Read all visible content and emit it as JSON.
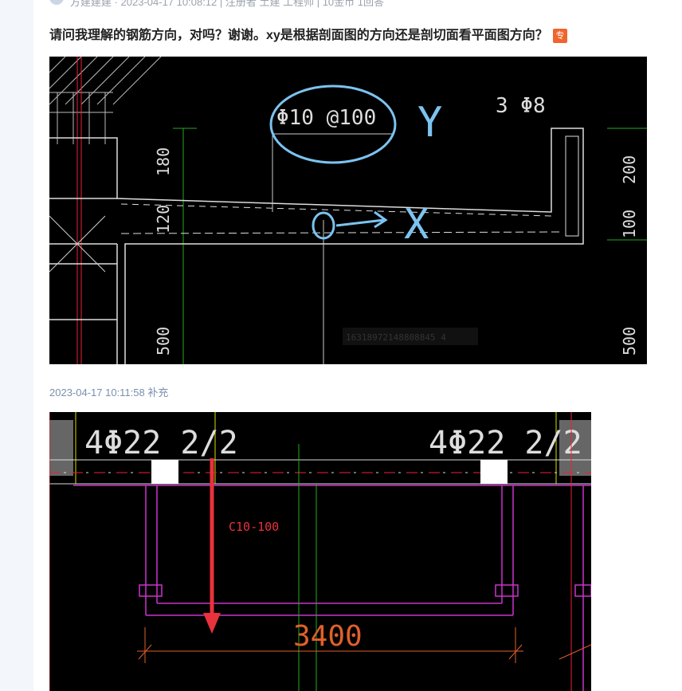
{
  "meta": {
    "partial_text": "方建建建 · 2023-04-17 10:08:12 | 注册者 土建 工程师 | 10金币 1回答"
  },
  "question": {
    "text": "请问我理解的钢筋方向，对吗？谢谢。xy是根据剖面图的方向还是剖切面看平面图方向？",
    "badge": "专"
  },
  "image1": {
    "labels": {
      "spacing": "Φ10 @100",
      "top_bar": "3 Φ8",
      "y_axis": "Y",
      "x_axis": "X",
      "dim_180": "180",
      "dim_120": "120",
      "dim_500_left": "500",
      "dim_200": "200",
      "dim_100": "100",
      "dim_500_right": "500",
      "watermark": "16318972148808845 4"
    }
  },
  "supplement": {
    "timestamp": "2023-04-17 10:11:58",
    "label": "补充"
  },
  "image2": {
    "labels": {
      "bars_left": "4Φ22 2/2",
      "bars_right": "4Φ22 2/2",
      "annotation": "C10-100",
      "dimension": "3400"
    }
  },
  "colors": {
    "cad_bg": "#000000",
    "annotation_blue": "#7cc3f0",
    "annotation_red": "#e8323c",
    "magenta": "#cc33cc",
    "badge": "#f0642d",
    "supp_text": "#7a90ad"
  }
}
